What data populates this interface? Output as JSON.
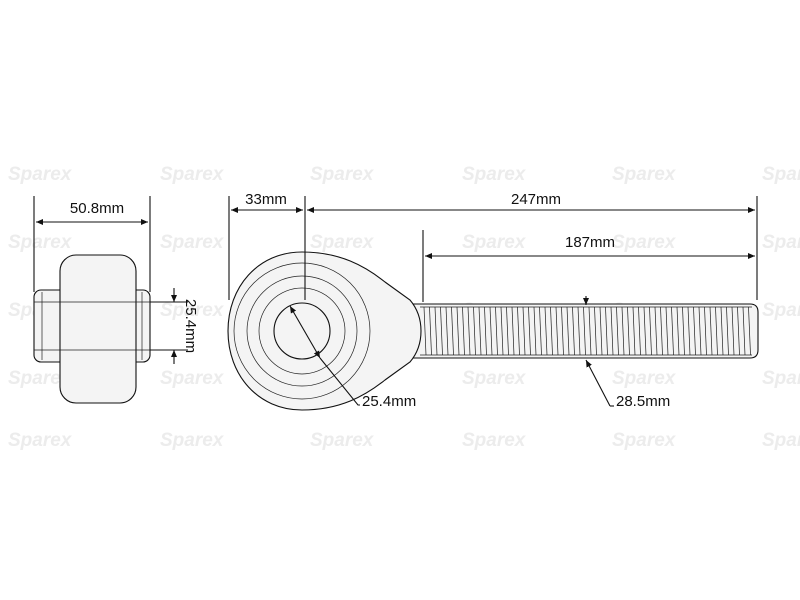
{
  "watermark": {
    "text": "Sparex"
  },
  "dimensions": {
    "side_width": "50.8mm",
    "side_height": "25.4mm",
    "head_offset": "33mm",
    "overall_length": "247mm",
    "thread_length": "187mm",
    "bore": "25.4mm",
    "thread_diameter": "28.5mm"
  }
}
